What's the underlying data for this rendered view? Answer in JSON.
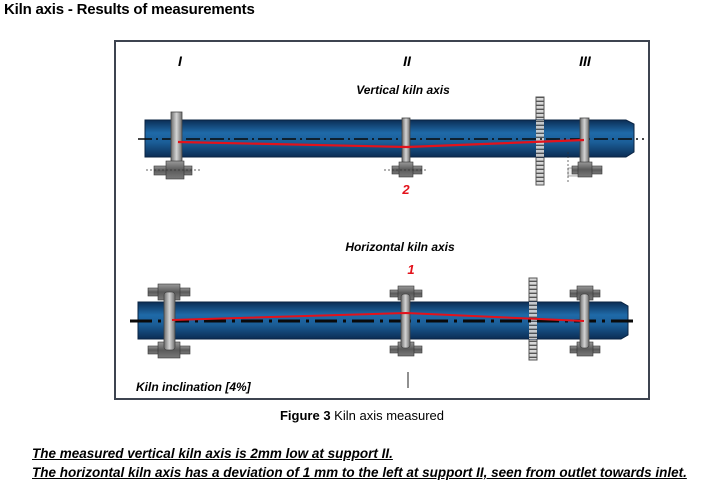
{
  "page_title": "Kiln axis - Results of measurements",
  "figure": {
    "support_labels": [
      "I",
      "II",
      "III"
    ],
    "vertical": {
      "title": "Vertical kiln axis",
      "marker_label": "2",
      "deviation_mm": 2,
      "deviation_direction": "low",
      "deviation_support": "II"
    },
    "horizontal": {
      "title": "Horizontal kiln axis",
      "marker_label": "1",
      "deviation_mm": 1,
      "deviation_direction": "left",
      "deviation_support": "II"
    },
    "inclination_label": "Kiln inclination [4%]",
    "colors": {
      "shell": "#1b5e98",
      "shell_dark": "#0b2d55",
      "measured_axis": "#e3121b",
      "marker_text": "#e3121b",
      "support": "#8a8a8a",
      "frame": "#3d4450"
    }
  },
  "caption": {
    "prefix": "Figure 3",
    "text": " Kiln axis measured"
  },
  "conclusions": [
    "The measured vertical kiln axis is 2mm low at support II.",
    "The horizontal kiln axis has a deviation of 1 mm to the left at support II, seen from outlet towards inlet."
  ]
}
